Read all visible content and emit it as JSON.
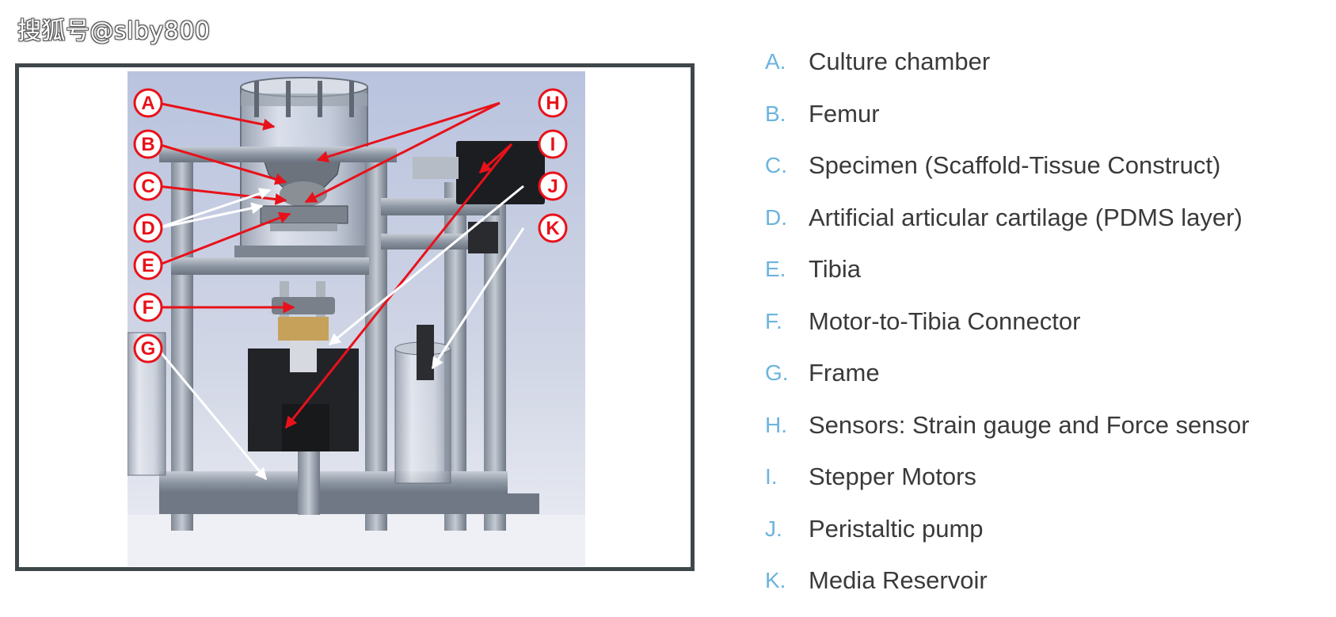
{
  "watermark": "搜狐号@slby800",
  "callout_labels": [
    "A",
    "B",
    "C",
    "D",
    "E",
    "F",
    "G",
    "H",
    "I",
    "J",
    "K"
  ],
  "legend": [
    {
      "letter": "A.",
      "text": "Culture chamber"
    },
    {
      "letter": "B.",
      "text": "Femur"
    },
    {
      "letter": "C.",
      "text": "Specimen (Scaffold-Tissue Construct)"
    },
    {
      "letter": "D.",
      "text": "Artificial articular cartilage (PDMS layer)"
    },
    {
      "letter": "E.",
      "text": "Tibia"
    },
    {
      "letter": "F.",
      "text": "Motor-to-Tibia Connector"
    },
    {
      "letter": "G.",
      "text": "Frame"
    },
    {
      "letter": "H.",
      "text": "Sensors: Strain gauge and Force sensor"
    },
    {
      "letter": "I.",
      "text": "Stepper Motors"
    },
    {
      "letter": "J.",
      "text": "Peristaltic pump"
    },
    {
      "letter": "K.",
      "text": "Media Reservoir"
    }
  ],
  "colors": {
    "callout_red": "#e8111a",
    "legend_letter": "#6cb4de",
    "legend_text": "#3a3a3a",
    "frame_border": "#3f474b"
  }
}
